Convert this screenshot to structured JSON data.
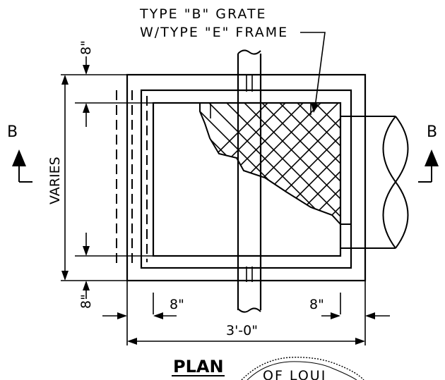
{
  "callout": {
    "line1": "TYPE \"B\" GRATE",
    "line2": "W/TYPE \"E\" FRAME"
  },
  "dimensions": {
    "top": "8\"",
    "bottom": "8\"",
    "side": "VARIES",
    "inner_left": "8\"",
    "inner_right": "8\"",
    "overall": "3'-0\""
  },
  "section_marks": {
    "left": "B",
    "right": "B"
  },
  "view_title": "PLAN",
  "seal_text": "OF LOUI"
}
